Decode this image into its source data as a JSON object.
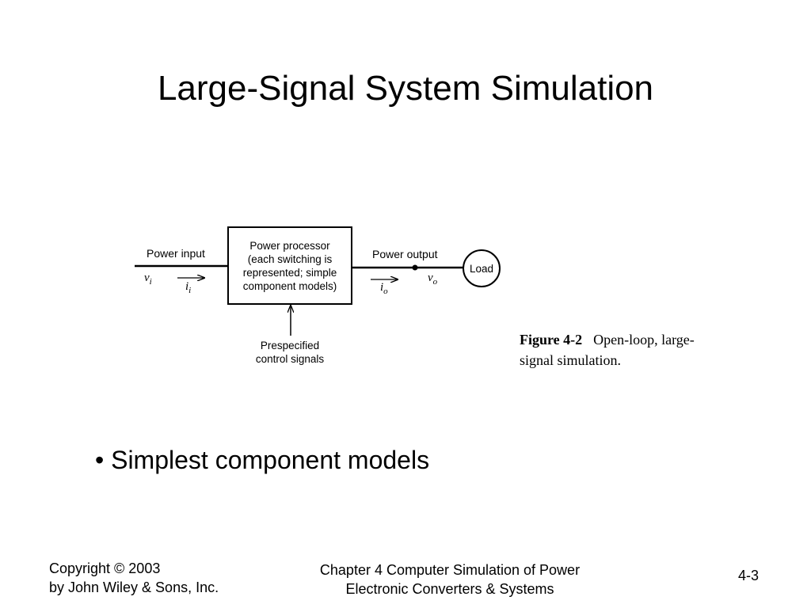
{
  "slide": {
    "title": "Large-Signal System Simulation",
    "bullet": "• Simplest component models"
  },
  "diagram": {
    "input_label": "Power input",
    "input_voltage": "v",
    "input_voltage_sub": "i",
    "input_current": "i",
    "input_current_sub": "i",
    "processor_lines": [
      "Power processor",
      "(each switching is",
      "represented; simple",
      "component models)"
    ],
    "output_label": "Power output",
    "output_voltage": "v",
    "output_voltage_sub": "o",
    "output_current": "i",
    "output_current_sub": "o",
    "load_label": "Load",
    "control_lines": [
      "Prespecified",
      "control signals"
    ]
  },
  "caption": {
    "figure_number": "Figure 4-2",
    "line1": "Open-loop, large-",
    "line2": "signal simulation."
  },
  "footer": {
    "left_line1": "Copyright © 2003",
    "left_line2": "by John Wiley & Sons, Inc.",
    "center_line1": "Chapter 4 Computer Simulation of Power",
    "center_line2": "Electronic Converters & Systems",
    "page": "4-3"
  }
}
